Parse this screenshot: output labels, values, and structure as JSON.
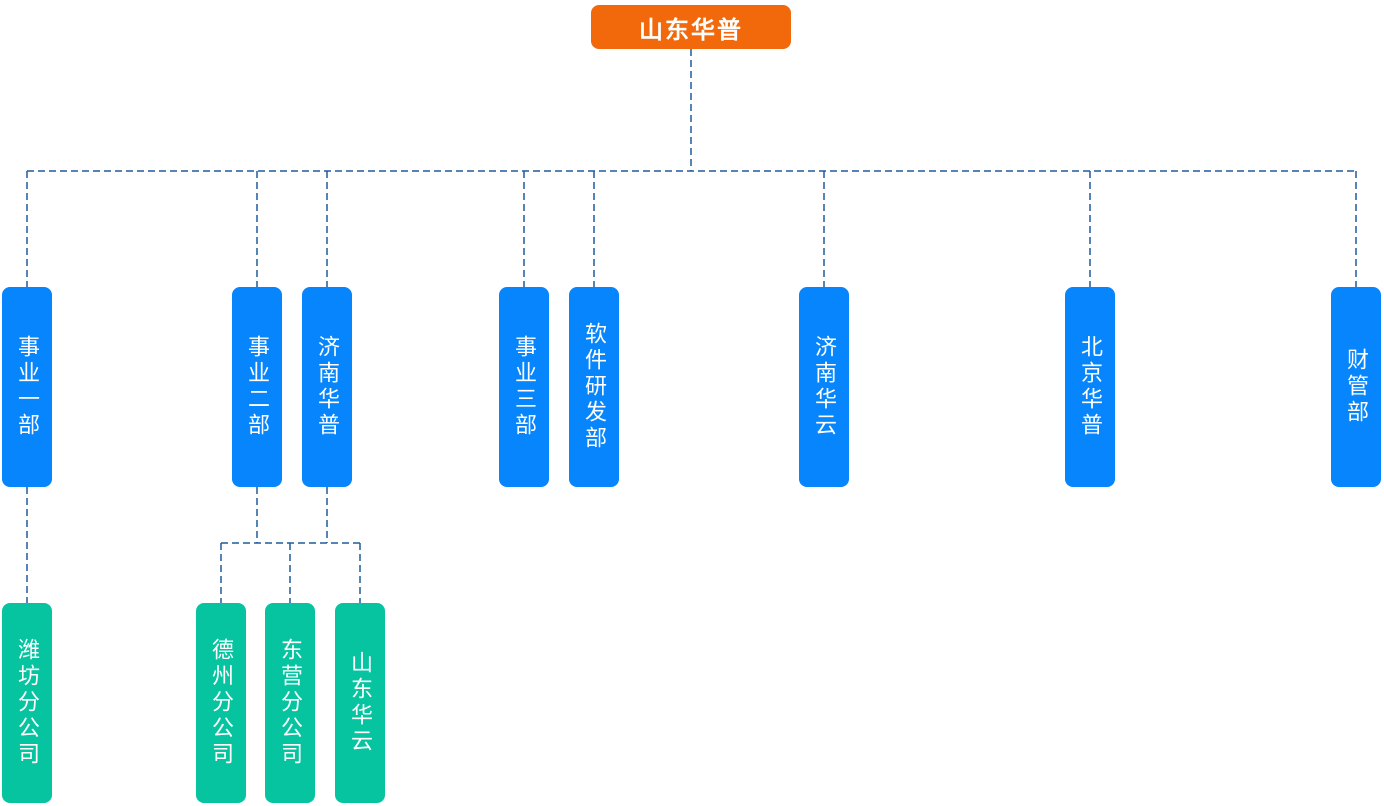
{
  "diagram": {
    "type": "org-chart",
    "orientation": "top-down",
    "connector_style": "dashed"
  },
  "colors": {
    "page_bg": "#ffffff",
    "root_bg": "#f2690b",
    "dept_bg": "#0685fc",
    "branch_bg": "#07c4a0",
    "node_text": "#ffffff",
    "connector": "#1e5c9c"
  },
  "nodes": [
    {
      "id": "root",
      "label": "山东华普",
      "level": 1,
      "type": "company-root"
    },
    {
      "id": "dept-1",
      "label": "事业一部",
      "level": 2,
      "type": "department"
    },
    {
      "id": "dept-2",
      "label": "事业二部",
      "level": 2,
      "type": "department"
    },
    {
      "id": "dept-3",
      "label": "济南华普",
      "level": 2,
      "type": "department"
    },
    {
      "id": "dept-4",
      "label": "事业三部",
      "level": 2,
      "type": "department"
    },
    {
      "id": "dept-5",
      "label": "软件研发部",
      "level": 2,
      "type": "department"
    },
    {
      "id": "dept-6",
      "label": "济南华云",
      "level": 2,
      "type": "department"
    },
    {
      "id": "dept-7",
      "label": "北京华普",
      "level": 2,
      "type": "department"
    },
    {
      "id": "dept-8",
      "label": "财管部",
      "level": 2,
      "type": "department"
    },
    {
      "id": "branch-1",
      "label": "潍坊分公司",
      "level": 3,
      "type": "branch"
    },
    {
      "id": "branch-2",
      "label": "德州分公司",
      "level": 3,
      "type": "branch"
    },
    {
      "id": "branch-3",
      "label": "东营分公司",
      "level": 3,
      "type": "branch"
    },
    {
      "id": "branch-4",
      "label": "山东华云",
      "level": 3,
      "type": "branch"
    }
  ],
  "hierarchy": [
    {
      "parent": "山东华普",
      "children": [
        "事业一部",
        "事业二部",
        "济南华普",
        "事业三部",
        "软件研发部",
        "济南华云",
        "北京华普",
        "财管部"
      ]
    },
    {
      "parent": "事业一部",
      "children": [
        "潍坊分公司"
      ]
    },
    {
      "parent": "事业二部 / 济南华普",
      "children": [
        "德州分公司",
        "东营分公司",
        "山东华云"
      ]
    }
  ]
}
